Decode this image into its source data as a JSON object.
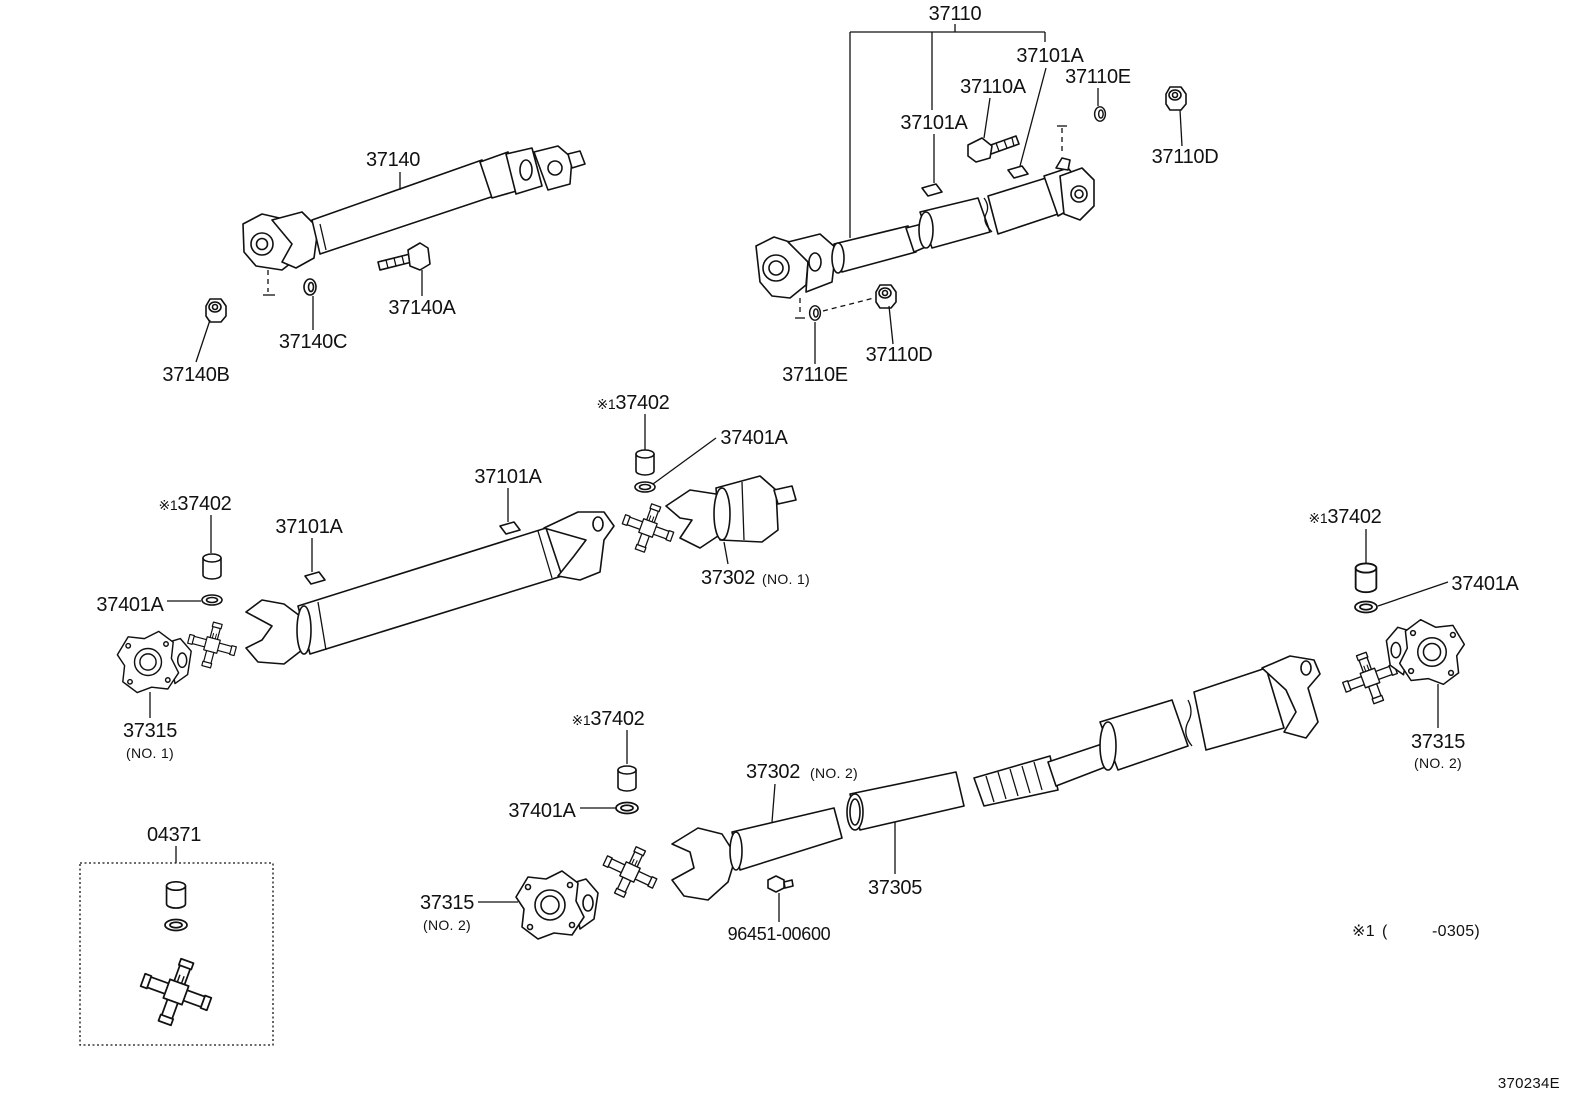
{
  "figure_id": "370234E",
  "footnote": {
    "mark": "※1",
    "open": "(",
    "range": "-0305)"
  },
  "shaft_37140": {
    "assembly": "37140",
    "bolt": "37140A",
    "washer": "37140C",
    "nut": "37140B"
  },
  "shaft_37110": {
    "assembly": "37110",
    "patch_right": "37101A",
    "bolt": "37110A",
    "washer_top": "37110E",
    "patch_left": "37101A",
    "nut_top": "37110D",
    "washer_bottom": "37110E",
    "nut_bottom": "37110D"
  },
  "front_shaft": {
    "cap_right_mark": "※1",
    "cap_right": "37402",
    "ring_right": "37401A",
    "patch_right": "37101A",
    "cap_left_mark": "※1",
    "cap_left": "37402",
    "patch_left": "37101A",
    "yoke": "37302",
    "yoke_note": "(NO. 1)",
    "ring_left": "37401A",
    "flange": "37315",
    "flange_note": "(NO. 1)"
  },
  "rear_shaft": {
    "cap_right_mark": "※1",
    "cap_right": "37402",
    "ring_right": "37401A",
    "flange_right": "37315",
    "flange_right_note": "(NO. 2)",
    "cap_left_mark": "※1",
    "cap_left": "37402",
    "yoke": "37302",
    "yoke_note": "(NO. 2)",
    "ring_left": "37401A",
    "flange_left": "37315",
    "flange_left_note": "(NO. 2)",
    "sleeve": "37305",
    "grease_fitting": "96451-00600"
  },
  "kit": {
    "label": "04371"
  }
}
